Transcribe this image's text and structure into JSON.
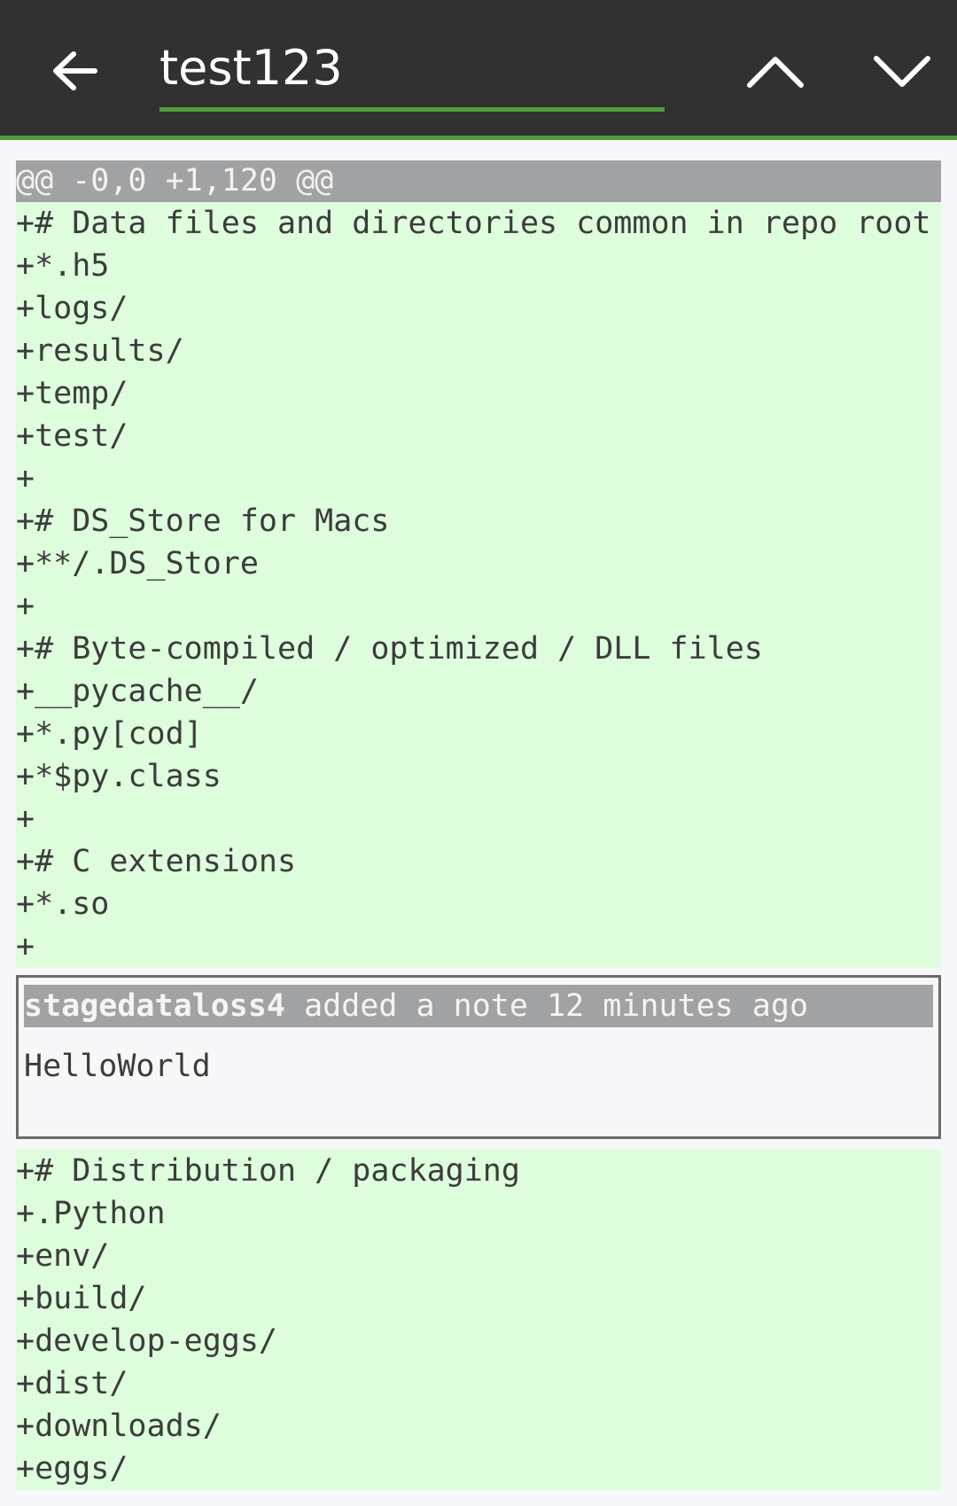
{
  "toolbar": {
    "search_value": "test123",
    "back_icon": "arrow-left-icon",
    "prev_icon": "chevron-up-icon",
    "next_icon": "chevron-down-icon"
  },
  "colors": {
    "toolbar_bg": "#313131",
    "accent": "#4f9d3a",
    "added_bg": "#ddfddc",
    "header_bg": "#a0a2a4"
  },
  "diff": {
    "hunk_header": "@@ -0,0 +1,120 @@",
    "lines_before_note": [
      "+# Data files and directories common in repo root",
      "+*.h5",
      "+logs/",
      "+results/",
      "+temp/",
      "+test/",
      "+",
      "+# DS_Store for Macs",
      "+**/.DS_Store",
      "+",
      "+# Byte-compiled / optimized / DLL files",
      "+__pycache__/",
      "+*.py[cod]",
      "+*$py.class",
      "+",
      "+# C extensions",
      "+*.so",
      "+"
    ],
    "note": {
      "author": "stagedataloss4",
      "action": " added a note 12 minutes ago",
      "body": "HelloWorld"
    },
    "lines_after_note": [
      "+# Distribution / packaging",
      "+.Python",
      "+env/",
      "+build/",
      "+develop-eggs/",
      "+dist/",
      "+downloads/",
      "+eggs/"
    ]
  }
}
